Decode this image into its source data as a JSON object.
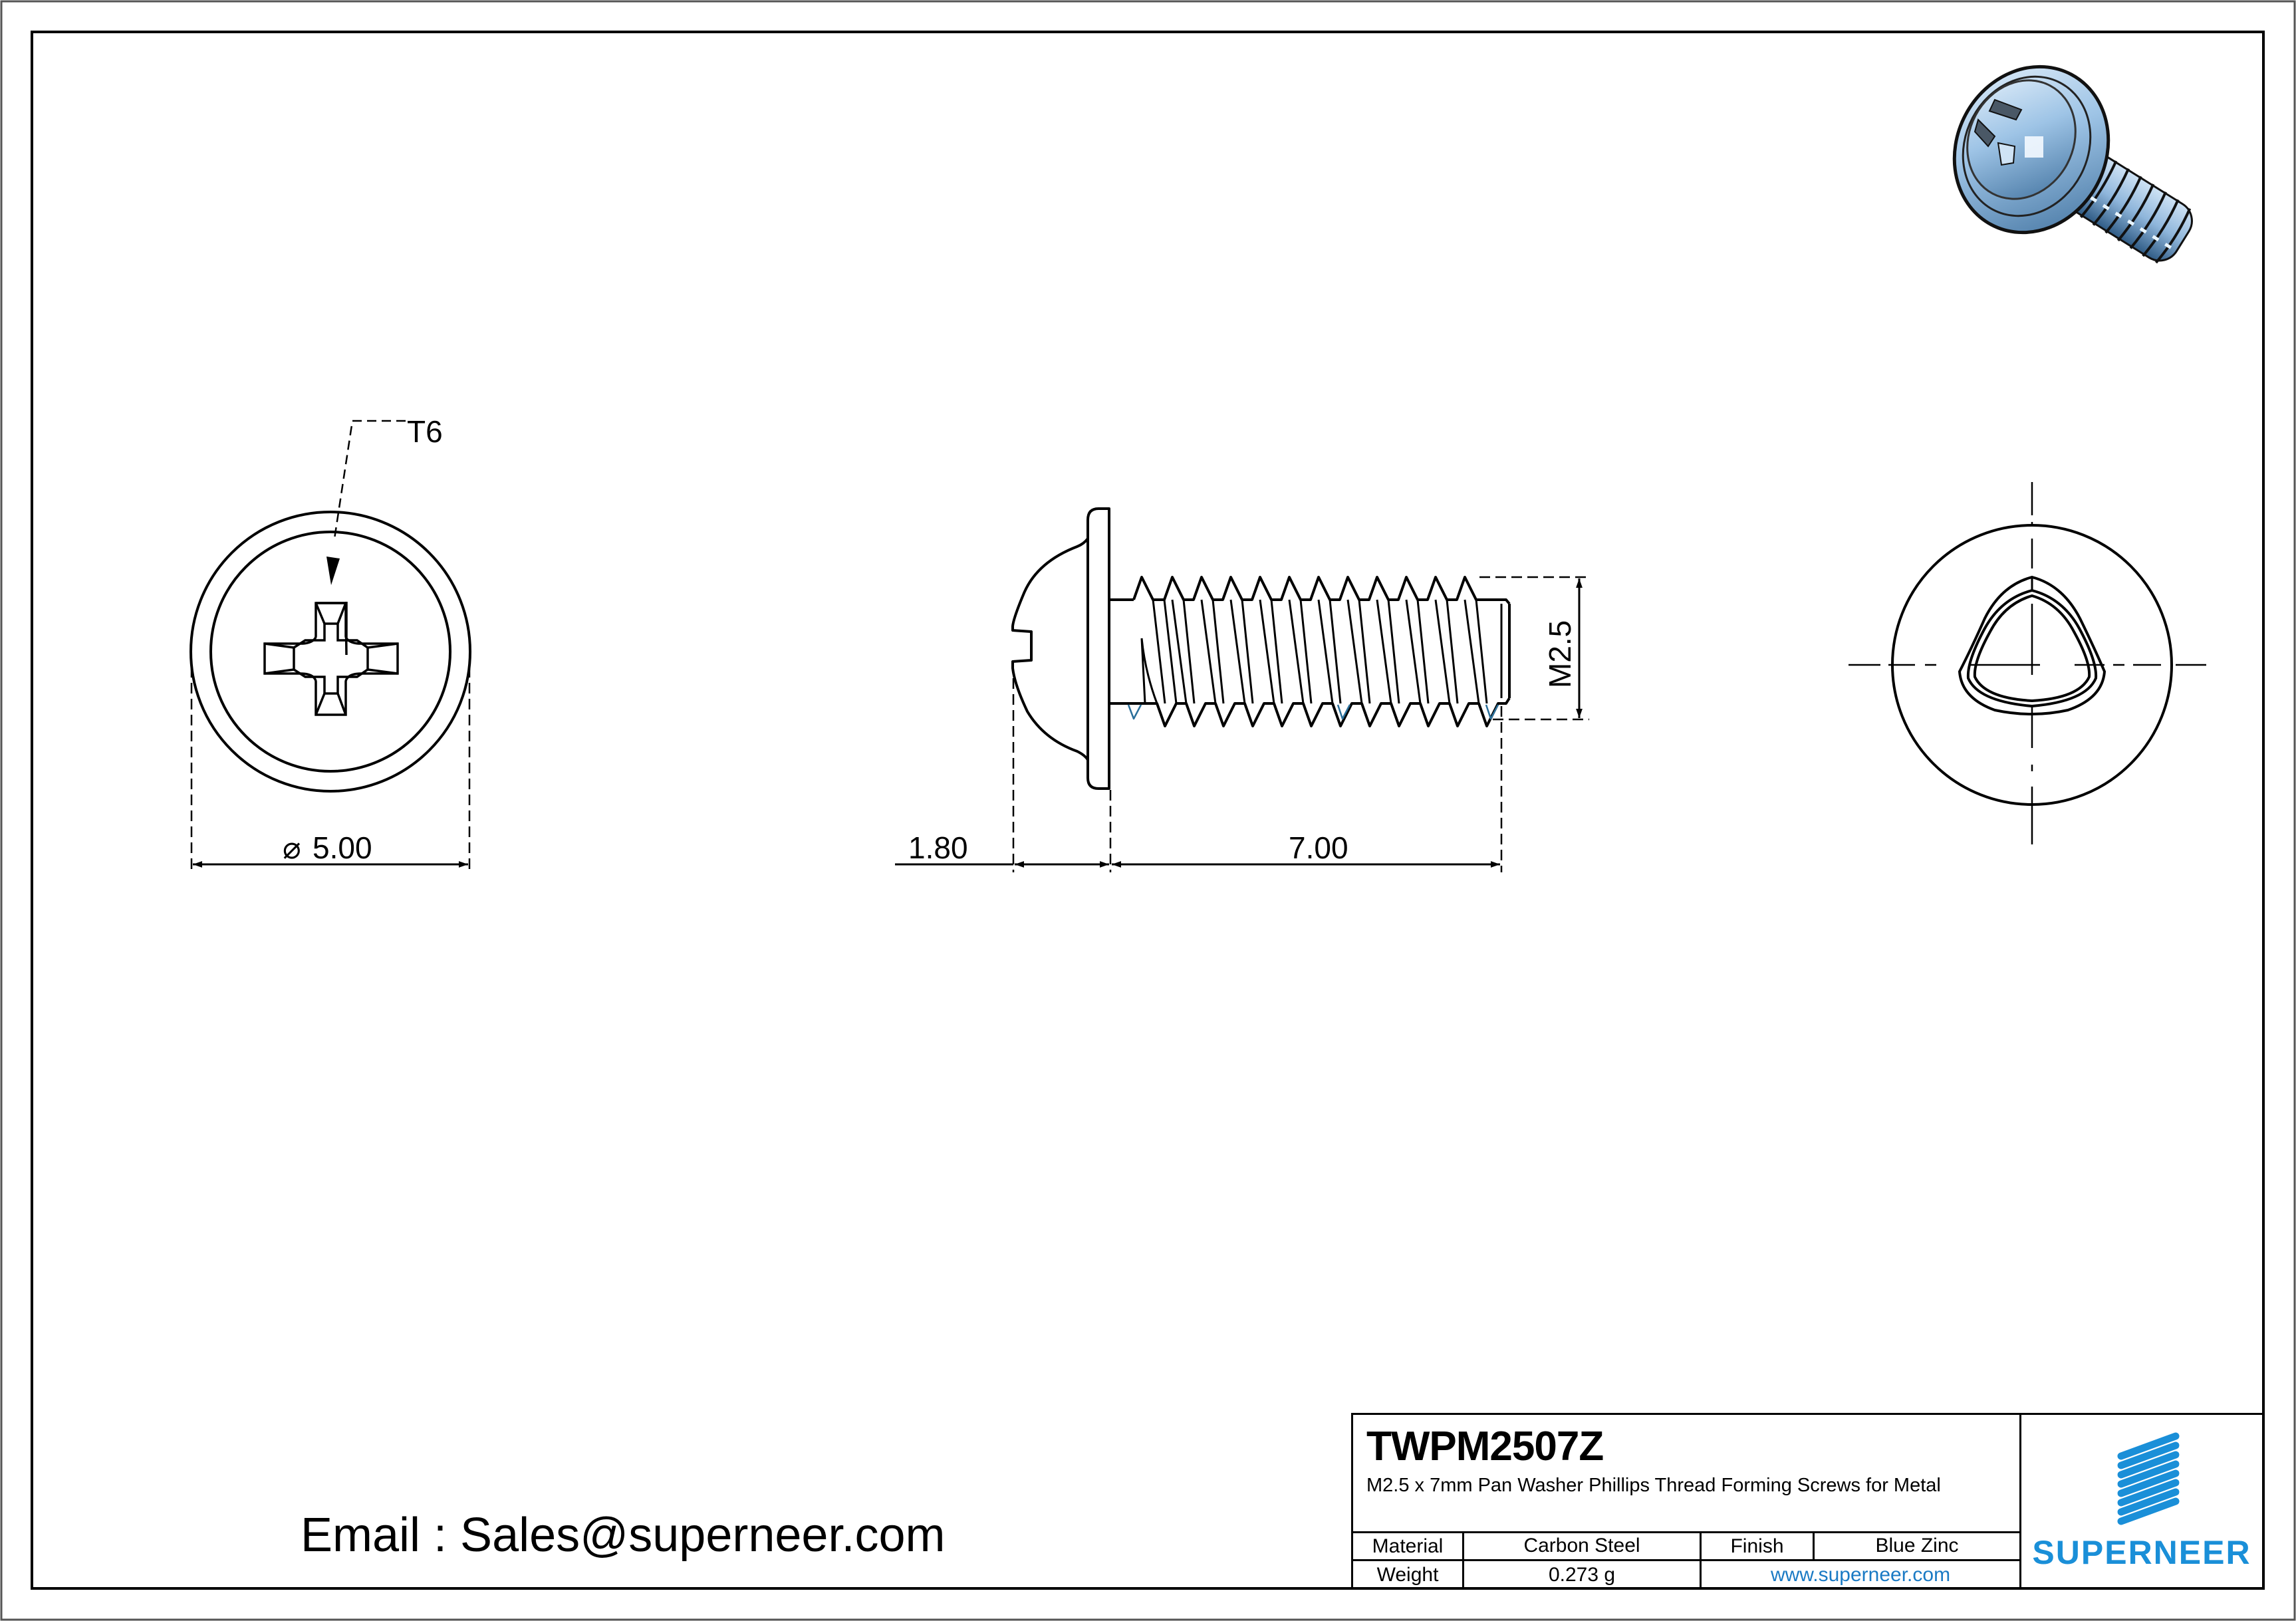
{
  "drawing": {
    "part_number": "TWPM2507Z",
    "description": "M2.5 x 7mm Pan Washer Phillips Thread Forming Screws for Metal",
    "contact_email_text": "Email : Sales@superneer.com",
    "front_view": {
      "drive_callout": "T6",
      "diameter_dimension": "5.00",
      "diameter_symbol": "⌀"
    },
    "side_view": {
      "head_height_dimension": "1.80",
      "length_dimension": "7.00",
      "thread_dimension": "M2.5"
    },
    "end_view": {
      "profile": "trilobular thread-forming tip"
    },
    "iso_view": {
      "finish_color": "#9ec4e6"
    }
  },
  "title_block": {
    "material_label": "Material",
    "material_value": "Carbon Steel",
    "finish_label": "Finish",
    "finish_value": "Blue Zinc",
    "weight_label": "Weight",
    "weight_value": "0.273 g",
    "website": "www.superneer.com",
    "logo_text": "SUPERNEER",
    "brand_color": "#1a8fd8",
    "link_color": "#1a7ac4"
  }
}
